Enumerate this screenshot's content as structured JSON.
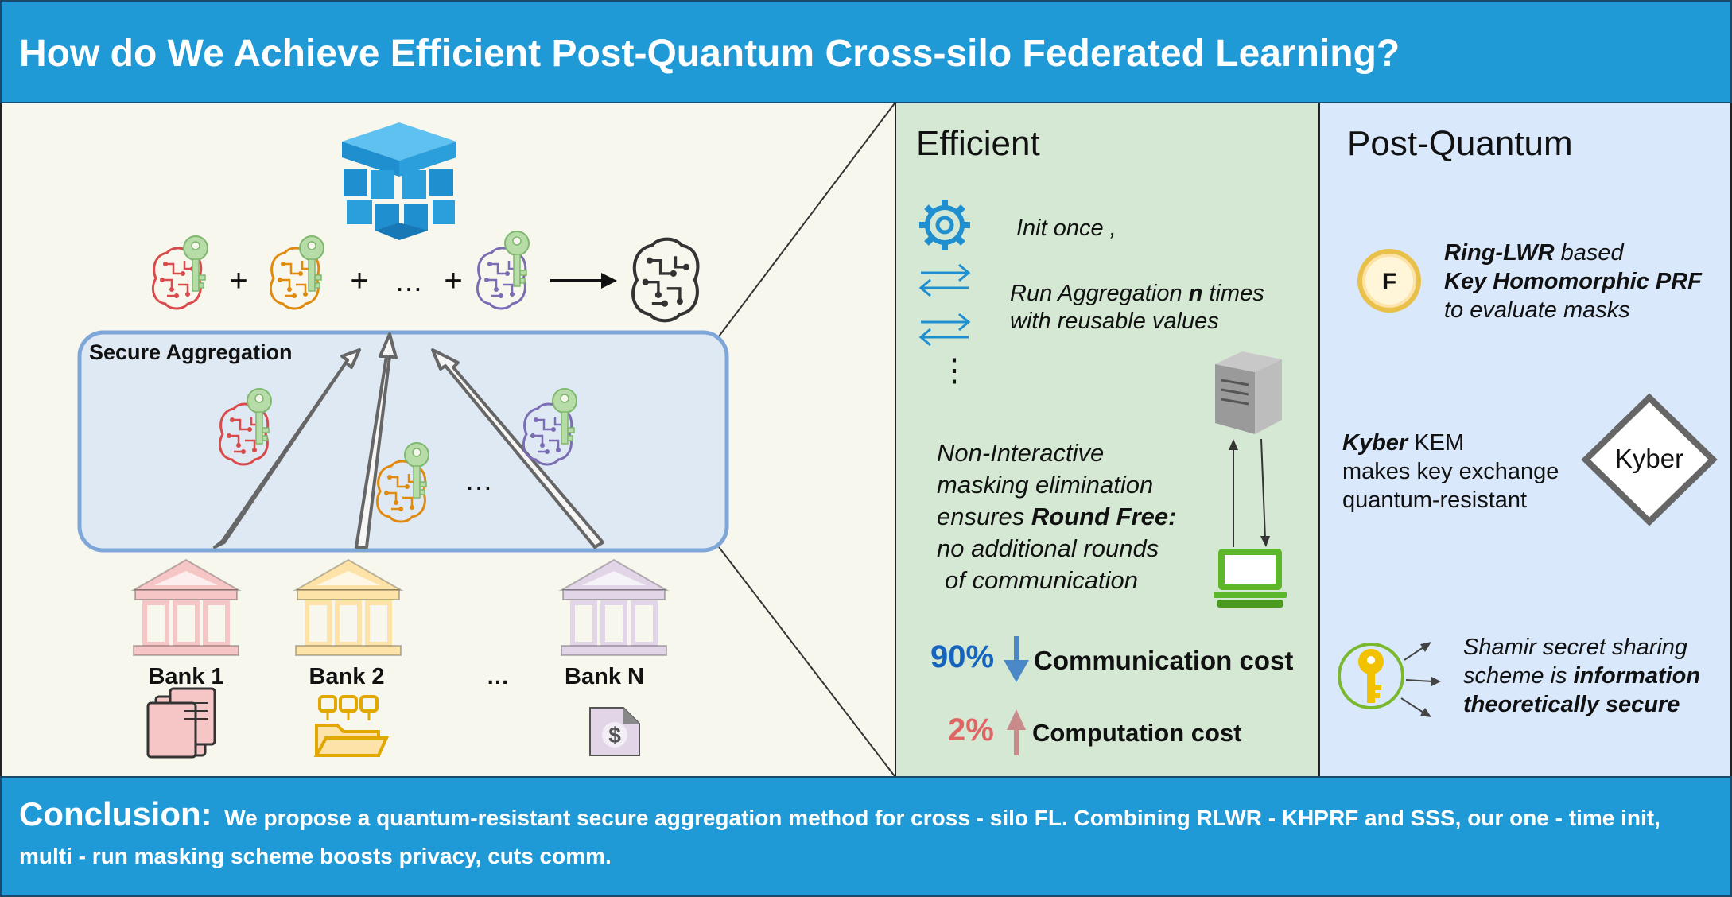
{
  "header": {
    "title": "How do We Achieve Efficient Post-Quantum Cross-silo Federated Learning?"
  },
  "diagram": {
    "plus": "+",
    "ellipsis": "…",
    "secure_aggregation_label": "Secure Aggregation",
    "banks": [
      "Bank 1",
      "Bank 2",
      "…",
      "Bank N"
    ]
  },
  "efficient": {
    "title": "Efficient",
    "init_once": "Init once ,",
    "run_agg_prefix": "Run Aggregation ",
    "run_agg_n": "n",
    "run_agg_suffix": " times",
    "run_agg_line2": "with reusable values",
    "vdots": "⋮",
    "ni_line1": "Non-Interactive",
    "ni_line2": "masking elimination",
    "ni_line3_prefix": "ensures ",
    "ni_line3_bold": "Round Free:",
    "ni_line4": "no additional rounds",
    "ni_line5": "of communication",
    "comm_percent": "90%",
    "comm_label": "Communication cost",
    "comp_percent": "2%",
    "comp_label": "Computation cost"
  },
  "post_quantum": {
    "title": "Post-Quantum",
    "prf_badge": "F",
    "prf_bold1": "Ring-LWR",
    "prf_text1": " based",
    "prf_bold2": "Key Homomorphic PRF",
    "prf_text3": "to evaluate masks",
    "kyber_bold": "Kyber",
    "kyber_text1": " KEM",
    "kyber_text2": "makes key exchange",
    "kyber_text3": "quantum-resistant",
    "kyber_badge": "Kyber",
    "sss_text1": "Shamir secret sharing",
    "sss_text2_prefix": "scheme is ",
    "sss_text2_bold": "information",
    "sss_text3_bold": "theoretically secure"
  },
  "footer": {
    "conclusion_label": "Conclusion:",
    "conclusion_text": "We propose a quantum-resistant secure aggregation method for cross - silo FL. Combining RLWR - KHPRF and SSS, our one - time init, multi - run masking scheme boosts privacy, cuts comm."
  },
  "colors": {
    "header_blue": "#1f9ad6",
    "efficient_green": "#d5e8d4",
    "post_quantum_blue": "#dae8fc",
    "red_brain": "#d94a4a",
    "orange_brain": "#e08a0f",
    "purple_brain": "#7a6db3",
    "key_green": "#b7dca8",
    "bank_red": "#f6c6c6",
    "bank_yellow": "#fde3a7",
    "bank_purple": "#e1d5e7",
    "percent_blue": "#1565c0",
    "percent_red": "#e06666"
  }
}
